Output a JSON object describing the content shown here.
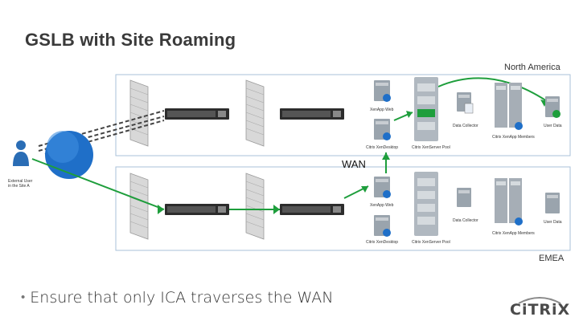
{
  "title": "GSLB with Site Roaming",
  "regions": {
    "top": "North America",
    "bottom": "EMEA",
    "wan": "WAN"
  },
  "labels": {
    "external_user": "External User",
    "external_user_sub": "in the Site A",
    "xenapp_web": "XenApp Web",
    "xendesktop": "Citrix XenDesktop",
    "xenserver_pool": "Citrix XenServer Pool",
    "data_collector": "Data Collector",
    "xenapp_members": "Citrix XenApp Members",
    "user_data": "User Data",
    "xenapp_web_emea": "XenApp Web",
    "xendesktop_emea": "Citrix XenDesktop",
    "xenserver_pool_emea": "Citrix XenServer Pool",
    "data_collector_emea": "Data Collector",
    "xenapp_members_emea": "Citrix XenApp Members",
    "user_data_emea": "User Data"
  },
  "bullet": "Ensure that only ICA traverses the WAN",
  "logo": "CiTRiX",
  "colors": {
    "green_path": "#1e9e3c",
    "dashed_path": "#444444",
    "globe": "#1f6fc8",
    "box_border": "#a9c2da"
  }
}
